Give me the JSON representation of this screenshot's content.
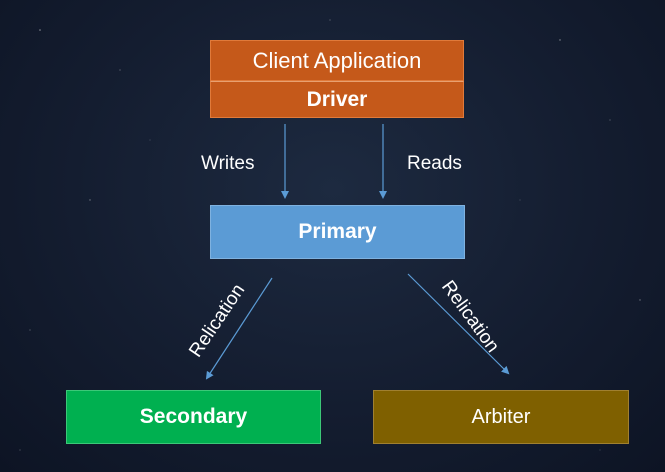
{
  "nodes": {
    "client": "Client Application",
    "driver": "Driver",
    "primary": "Primary",
    "secondary": "Secondary",
    "arbiter": "Arbiter"
  },
  "edges": {
    "writes": "Writes",
    "reads": "Reads",
    "replication_left": "Relication",
    "replication_right": "Relication"
  },
  "colors": {
    "client": "#c5591a",
    "primary": "#5b9bd5",
    "secondary": "#00b050",
    "arbiter": "#7f6000",
    "arrow": "#5b9bd5"
  }
}
